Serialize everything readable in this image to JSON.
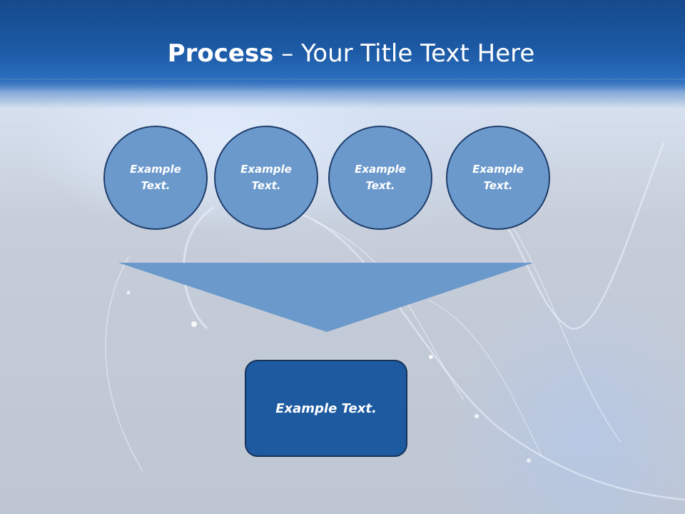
{
  "slide": {
    "title_strong": "Process",
    "title_rest": " – Your Title Text Here",
    "circles": [
      {
        "label": "Example Text."
      },
      {
        "label": "Example Text."
      },
      {
        "label": "Example Text."
      },
      {
        "label": "Example Text."
      }
    ],
    "result_label": "Example Text."
  },
  "colors": {
    "header": "#1c5aa5",
    "circle_fill": "#6b99cc",
    "circle_border": "#1f3e6b",
    "arrow_fill": "#6b99cc",
    "result_fill": "#1d5aa0"
  }
}
